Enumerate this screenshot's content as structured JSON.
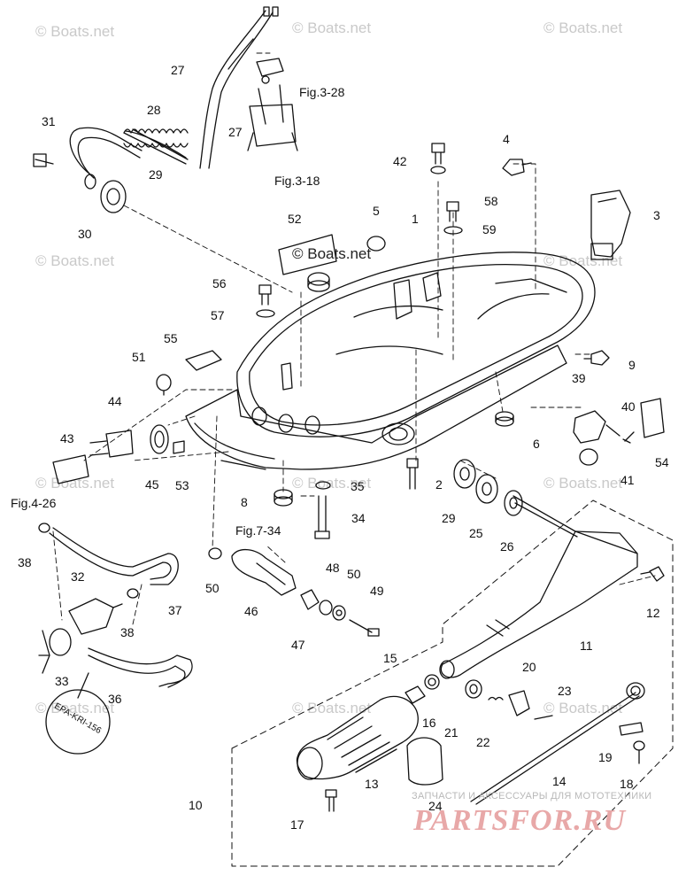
{
  "watermark": "© Boats.net",
  "center_watermark": "© Boats.net",
  "epa_label": "EPA-KRI-156",
  "shop": {
    "subtitle": "ЗАПЧАСТИ И АКСЕССУАРЫ ДЛЯ МОТОТЕХНИКИ",
    "logo": "PARTSFOR.RU"
  },
  "references": {
    "fig_3_28": "Fig.3-28",
    "fig_3_18": "Fig.3-18",
    "fig_4_26": "Fig.4-26",
    "fig_7_34": "Fig.7-34"
  },
  "callouts": [
    {
      "id": "c1",
      "text": "1"
    },
    {
      "id": "c2",
      "text": "2"
    },
    {
      "id": "c3",
      "text": "3"
    },
    {
      "id": "c4",
      "text": "4"
    },
    {
      "id": "c5",
      "text": "5"
    },
    {
      "id": "c6",
      "text": "6"
    },
    {
      "id": "c8",
      "text": "8"
    },
    {
      "id": "c9",
      "text": "9"
    },
    {
      "id": "c10",
      "text": "10"
    },
    {
      "id": "c11",
      "text": "11"
    },
    {
      "id": "c12",
      "text": "12"
    },
    {
      "id": "c13",
      "text": "13"
    },
    {
      "id": "c14",
      "text": "14"
    },
    {
      "id": "c15",
      "text": "15"
    },
    {
      "id": "c16",
      "text": "16"
    },
    {
      "id": "c17",
      "text": "17"
    },
    {
      "id": "c18",
      "text": "18"
    },
    {
      "id": "c19",
      "text": "19"
    },
    {
      "id": "c20",
      "text": "20"
    },
    {
      "id": "c21",
      "text": "21"
    },
    {
      "id": "c22",
      "text": "22"
    },
    {
      "id": "c23",
      "text": "23"
    },
    {
      "id": "c24",
      "text": "24"
    },
    {
      "id": "c25",
      "text": "25"
    },
    {
      "id": "c26",
      "text": "26"
    },
    {
      "id": "c27a",
      "text": "27"
    },
    {
      "id": "c27b",
      "text": "27"
    },
    {
      "id": "c28",
      "text": "28"
    },
    {
      "id": "c29a",
      "text": "29"
    },
    {
      "id": "c29b",
      "text": "29"
    },
    {
      "id": "c30",
      "text": "30"
    },
    {
      "id": "c31",
      "text": "31"
    },
    {
      "id": "c32",
      "text": "32"
    },
    {
      "id": "c33",
      "text": "33"
    },
    {
      "id": "c34",
      "text": "34"
    },
    {
      "id": "c35",
      "text": "35"
    },
    {
      "id": "c36",
      "text": "36"
    },
    {
      "id": "c37",
      "text": "37"
    },
    {
      "id": "c38a",
      "text": "38"
    },
    {
      "id": "c38b",
      "text": "38"
    },
    {
      "id": "c39",
      "text": "39"
    },
    {
      "id": "c40",
      "text": "40"
    },
    {
      "id": "c41",
      "text": "41"
    },
    {
      "id": "c42",
      "text": "42"
    },
    {
      "id": "c43",
      "text": "43"
    },
    {
      "id": "c44",
      "text": "44"
    },
    {
      "id": "c45",
      "text": "45"
    },
    {
      "id": "c46",
      "text": "46"
    },
    {
      "id": "c47",
      "text": "47"
    },
    {
      "id": "c48",
      "text": "48"
    },
    {
      "id": "c49",
      "text": "49"
    },
    {
      "id": "c50a",
      "text": "50"
    },
    {
      "id": "c50b",
      "text": "50"
    },
    {
      "id": "c51",
      "text": "51"
    },
    {
      "id": "c52",
      "text": "52"
    },
    {
      "id": "c53",
      "text": "53"
    },
    {
      "id": "c54",
      "text": "54"
    },
    {
      "id": "c55",
      "text": "55"
    },
    {
      "id": "c56",
      "text": "56"
    },
    {
      "id": "c57",
      "text": "57"
    },
    {
      "id": "c58",
      "text": "58"
    },
    {
      "id": "c59",
      "text": "59"
    }
  ]
}
